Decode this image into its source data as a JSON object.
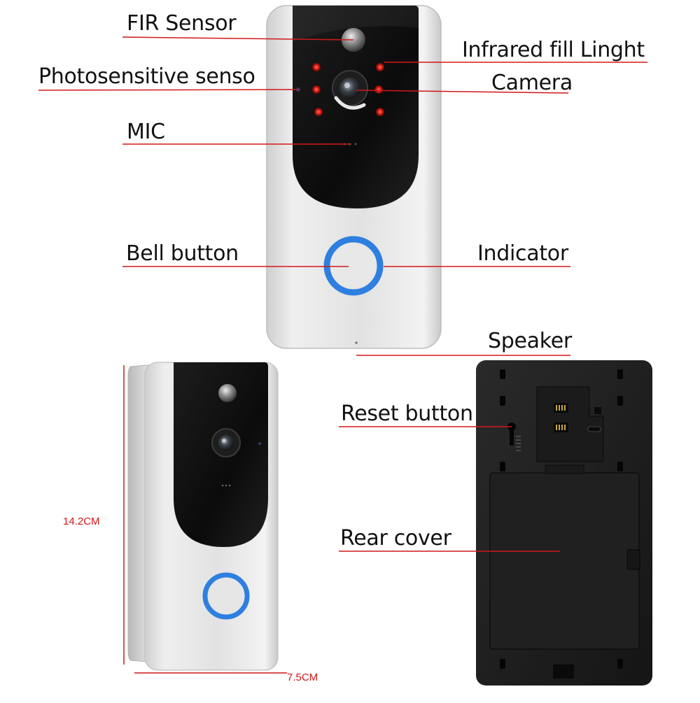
{
  "labels": {
    "fir_sensor": "FIR Sensor",
    "infrared_fill_light": "Infrared fill Linght",
    "photosensitive_sensor": "Photosensitive senso",
    "camera": "Camera",
    "mic": "MIC",
    "bell_button": "Bell button",
    "indicator": "Indicator",
    "speaker": "Speaker",
    "reset_button": "Reset button",
    "rear_cover": "Rear cover"
  },
  "dimensions": {
    "height": "14.2CM",
    "width": "7.5CM"
  },
  "colors": {
    "leader_line": "#d21818",
    "ring": "#2e7fe0",
    "body_silver": "#e4e4e4",
    "panel_black": "#121212"
  }
}
